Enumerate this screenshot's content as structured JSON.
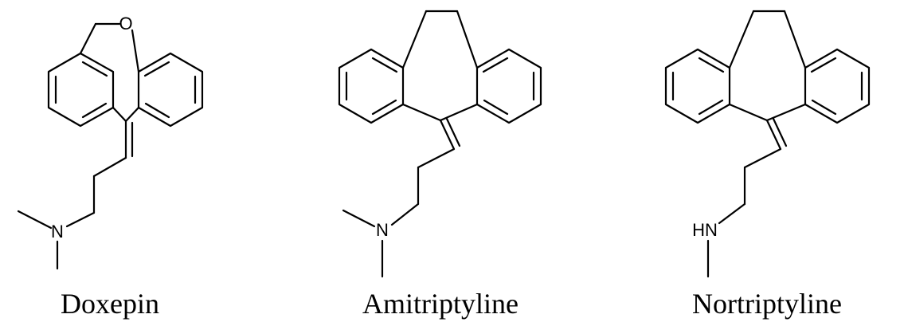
{
  "figure": {
    "molecules": [
      {
        "name": "Doxepin",
        "atom_labels": {
          "oxygen": "O",
          "nitrogen": "N"
        }
      },
      {
        "name": "Amitriptyline",
        "atom_labels": {
          "nitrogen": "N"
        }
      },
      {
        "name": "Nortriptyline",
        "atom_labels": {
          "amine": "HN"
        }
      }
    ]
  }
}
